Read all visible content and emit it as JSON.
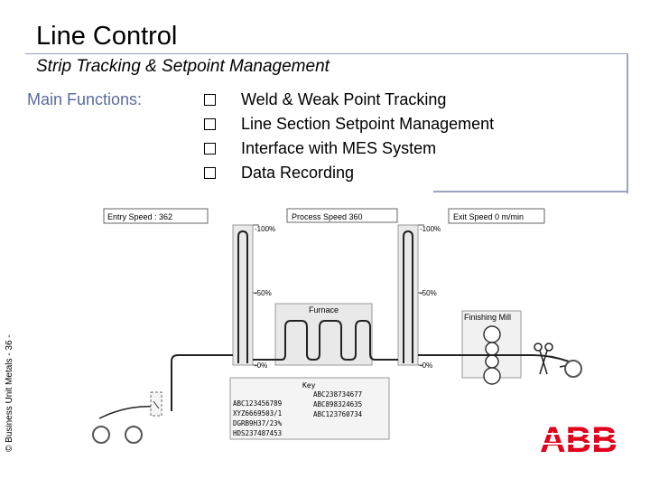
{
  "header": {
    "title": "Line Control",
    "subtitle": "Strip Tracking & Setpoint Management"
  },
  "main_functions": {
    "label": "Main Functions:",
    "items": [
      "Weld & Weak Point Tracking",
      "Line Section Setpoint Management",
      "Interface with MES System",
      "Data Recording"
    ]
  },
  "footer": {
    "copyright": "© Business Unit Metals - 36 -"
  },
  "diagram": {
    "entry_speed": "Entry Speed : 362",
    "process_speed": "Process Speed 360",
    "exit_speed": "Exit Speed    0 m/min",
    "left_100": "-100%",
    "left_50": "-50%",
    "left_0": "-0%",
    "right_100": "-100%",
    "right_50": "-50%",
    "right_0": "-0%",
    "furnace": "Furnace",
    "finishing_mill": "Finishing Mill",
    "key": {
      "title": "Key",
      "col1": [
        "ABC123456789",
        "XYZ6669503/1",
        "DGRB9H37/23%",
        "HDS237487453"
      ],
      "col2": [
        "ABC238734677",
        "ABC898324635",
        "ABC123760734"
      ]
    }
  },
  "logo": {
    "text": "ABB",
    "color": "#e2001a"
  }
}
